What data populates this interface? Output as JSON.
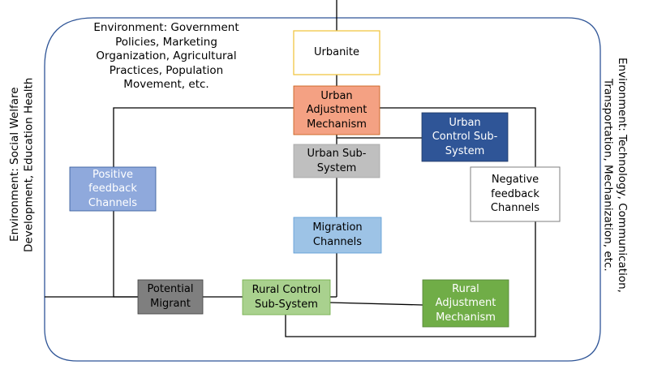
{
  "environment": {
    "top": "Environment: Government\nPolicies, Marketing\nOrganization, Agricultural\nPractices, Population\nMovement, etc.",
    "left": "Environment: Social Welfare\nDevelopment, Education Health",
    "right": "Environment: Technology, Communication,\nTransportation, Mechanization, etc."
  },
  "nodes": {
    "urbanite": "Urbanite",
    "urban_adjustment": "Urban\nAdjustment\nMechanism",
    "urban_control": "Urban\nControl Sub-\nSystem",
    "urban_subsystem": "Urban Sub-\nSystem",
    "positive_feedback": "Positive\nfeedback\nChannels",
    "negative_feedback": "Negative\nfeedback\nChannels",
    "migration_channels": "Migration\nChannels",
    "potential_migrant": "Potential\nMigrant",
    "rural_control": "Rural Control\nSub-System",
    "rural_adjustment": "Rural\nAdjustment\nMechanism"
  },
  "colors": {
    "border_blue": "#2f5597",
    "urbanite_border": "#f2c744",
    "urban_adjustment": "#f4a183",
    "urban_control": "#2f5597",
    "urban_subsystem": "#bfbfbf",
    "positive_feedback": "#8fa9dc",
    "migration_channels": "#9dc3e6",
    "potential_migrant": "#7f7f7f",
    "rural_control": "#a9d18e",
    "rural_adjustment": "#70ad47"
  }
}
